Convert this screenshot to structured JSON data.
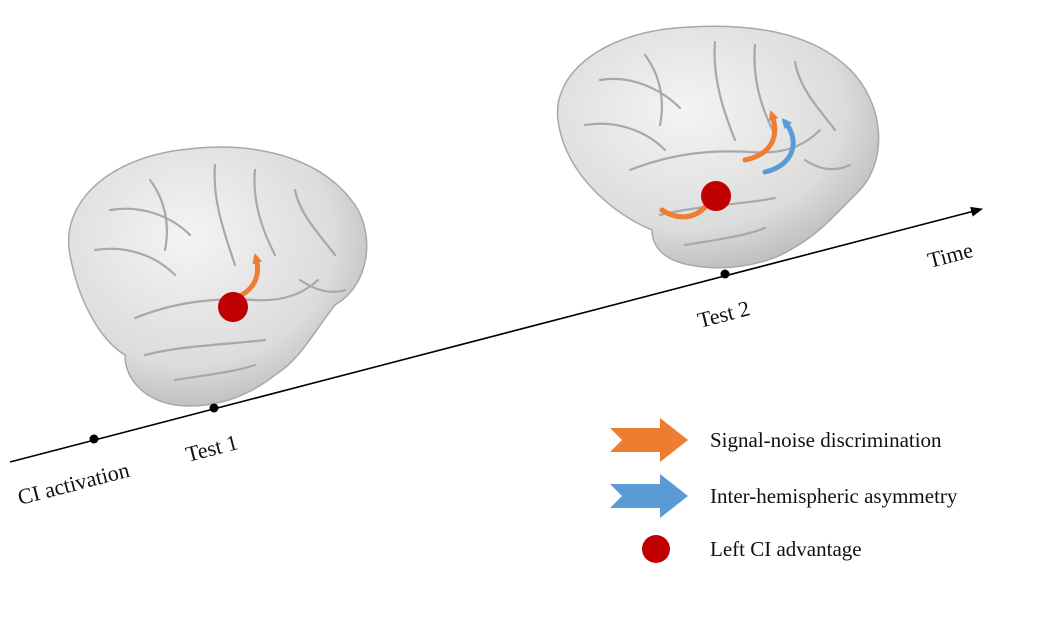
{
  "timeline": {
    "events": [
      {
        "label": "CI activation"
      },
      {
        "label": "Test 1"
      },
      {
        "label": "Test 2"
      }
    ],
    "axis_label": "Time"
  },
  "legend": {
    "items": [
      {
        "label": "Signal-noise discrimination",
        "symbol": "arrow",
        "color": "#ED7D31"
      },
      {
        "label": "Inter-hemispheric asymmetry",
        "symbol": "arrow",
        "color": "#5B9BD5"
      },
      {
        "label": "Left CI advantage",
        "symbol": "dot",
        "color": "#C00000"
      }
    ]
  },
  "brains": [
    {
      "at_event": "Test 1",
      "markers": [
        "Left CI advantage",
        "Signal-noise discrimination"
      ]
    },
    {
      "at_event": "Test 2",
      "markers": [
        "Left CI advantage",
        "Signal-noise discrimination",
        "Signal-noise discrimination",
        "Inter-hemispheric asymmetry"
      ]
    }
  ],
  "colors": {
    "line": "#000000",
    "brain_fill": "#e3e3e3",
    "brain_sulcus": "#a8a8a8"
  }
}
